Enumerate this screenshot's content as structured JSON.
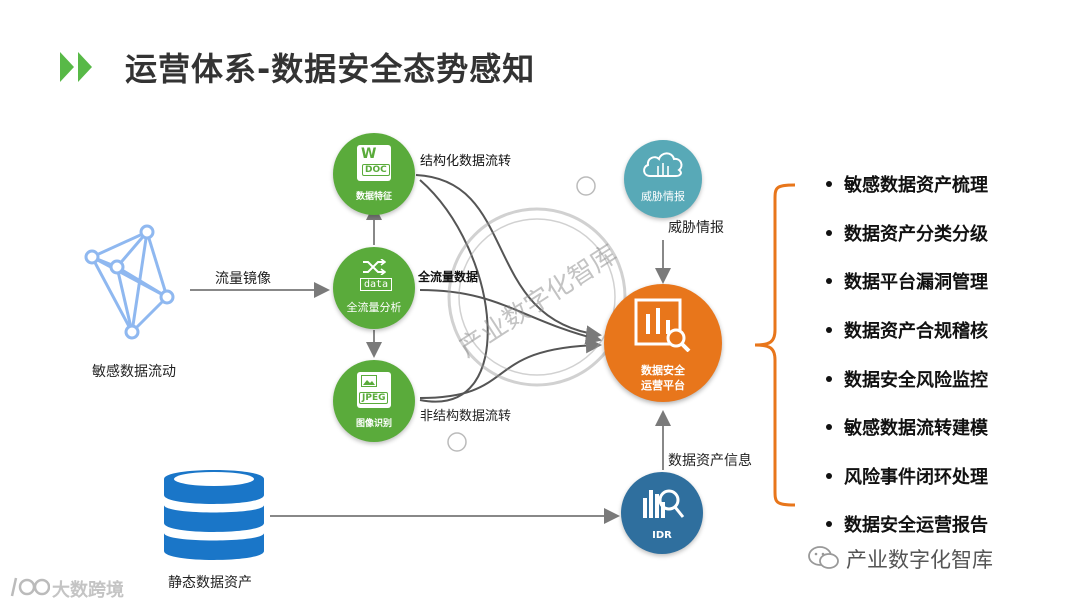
{
  "title": "运营体系-数据安全态势感知",
  "colors": {
    "green": "#5aab3b",
    "orange": "#e8761b",
    "teal": "#58a9b7",
    "idr": "#2f6f9e",
    "db": "#1a76c8",
    "net": "#8fb8f0",
    "title_arrow": "#58b947"
  },
  "nodes": {
    "source_flow": "敏感数据流动",
    "mirror_label": "流量镜像",
    "analysis_caption": "全流量分析",
    "analysis_icon_text": "data",
    "full_flow_label": "全流量数据",
    "doc_caption": "数据特征",
    "doc_icon_w": "W",
    "doc_icon_text": "DOC",
    "structured_label": "结构化数据流转",
    "jpeg_caption": "图像识别",
    "jpeg_icon_text": "JPEG",
    "unstructured_label": "非结构数据流转",
    "threat_caption": "威胁情报",
    "threat_label": "威胁情报",
    "platform_caption_1": "数据安全",
    "platform_caption_2": "运营平台",
    "idr_caption": "IDR",
    "asset_info_label": "数据资产信息",
    "static_assets": "静态数据资产"
  },
  "capabilities": [
    "敏感数据资产梳理",
    "数据资产分类分级",
    "数据平台漏洞管理",
    "数据资产合规稽核",
    "数据安全风险监控",
    "敏感数据流转建模",
    "风险事件闭环处理",
    "数据安全运营报告"
  ],
  "watermark": {
    "center_text": "产业数字化智库",
    "wechat_text": "产业数字化智库",
    "bottom_logo_text": "大数跨境"
  }
}
